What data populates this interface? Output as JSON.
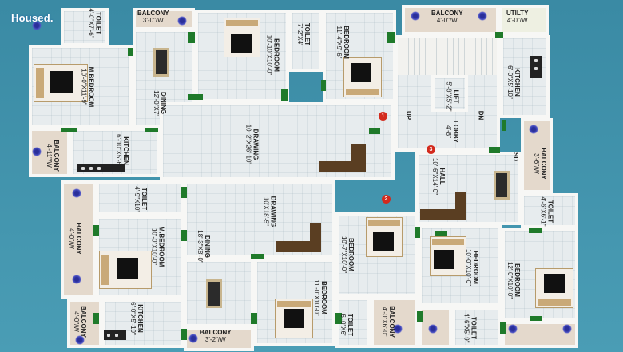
{
  "brand": {
    "logo": "Housed."
  },
  "markers": [
    "1",
    "2",
    "3"
  ],
  "rooms": {
    "toilet_tl": {
      "name": "TOILET",
      "dim": "4'-0\"X7'-6\""
    },
    "balcony_t1": {
      "name": "BALCONY",
      "dim": "3'-0\"/W"
    },
    "bedroom_t1": {
      "name": "BEDROOM",
      "dim": "10'-10\"X10'-0\""
    },
    "toilet_t2": {
      "name": "TOILET",
      "dim": "7'-2\"X4'"
    },
    "bedroom_t2": {
      "name": "BEDROOM",
      "dim": "11'-4\"X9'-6\""
    },
    "balcony_t2": {
      "name": "BALCONY",
      "dim": "4'-0\"/W"
    },
    "utility": {
      "name": "UTILTY",
      "dim": "4'-0\"/W"
    },
    "mbedroom_t": {
      "name": "M.BEDROOM",
      "dim": "10'-0\"X11'-9\""
    },
    "dining_t": {
      "name": "DINING",
      "dim": "12'-0\"X7'"
    },
    "kitchen_tr": {
      "name": "KITCHEN",
      "dim": "6'-0\"X5'-10\""
    },
    "lift": {
      "name": "LIFT",
      "dim": "5'-6\"X5'-2\""
    },
    "lobby": {
      "name": "LOBBY",
      "dim": "4'-8\""
    },
    "up": {
      "name": "UP"
    },
    "dn": {
      "name": "DN"
    },
    "drawing_t": {
      "name": "DRAWING",
      "dim": "10'-2\"X26'-10\""
    },
    "balcony_l1": {
      "name": "BALCONY",
      "dim": "4'-11\"/W"
    },
    "kitchen_l": {
      "name": "KITCHEN",
      "dim": "6'-10\"X5'-6\""
    },
    "hall": {
      "name": "HALL",
      "dim": "10'-6\"X14'-0\""
    },
    "balcony_r": {
      "name": "BALCONY",
      "dim": "3'-6\"/W"
    },
    "sd": {
      "name": "SD"
    },
    "toilet_l2": {
      "name": "TOILET",
      "dim": "4'-9\"X10'"
    },
    "drawing_b": {
      "name": "DRAWING",
      "dim": "10'X18'-5\""
    },
    "toilet_r": {
      "name": "TOILET",
      "dim": "4'-6\"X6'-1\""
    },
    "balcony_l2": {
      "name": "BALCONY",
      "dim": "4'-0\"/W"
    },
    "mbedroom_b": {
      "name": "M.BEDROOM",
      "dim": "10'-0\"X10'-0\""
    },
    "dining_b": {
      "name": "DINING",
      "dim": "18'-3\"X8'-0\""
    },
    "bedroom_b1": {
      "name": "BEDROOM",
      "dim": "10'-7\"X10'-0\""
    },
    "bedroom_b2": {
      "name": "BEDROOM",
      "dim": "10'-0\"X10'-0\""
    },
    "bedroom_b3": {
      "name": "BEDROOM",
      "dim": "12'-0\"X10'-0\""
    },
    "bedroom_b4": {
      "name": "BEDROOM",
      "dim": "11'-0\"X10'-0\""
    },
    "balcony_l3": {
      "name": "BALCONY",
      "dim": "4'-0\"/W"
    },
    "kitchen_b": {
      "name": "KITCHEN",
      "dim": "6'-0\"X5'-10\""
    },
    "balcony_b": {
      "name": "BALCONY",
      "dim": "3'-2\"/W"
    },
    "toilet_b": {
      "name": "TOILET",
      "dim": "6'-0\"X6'"
    },
    "balcony_b2": {
      "name": "BALCONY",
      "dim": "4'-0\"X6'-0\""
    },
    "toilet_b2": {
      "name": "TOILET",
      "dim": "4'-6\"X5'-9\""
    }
  }
}
